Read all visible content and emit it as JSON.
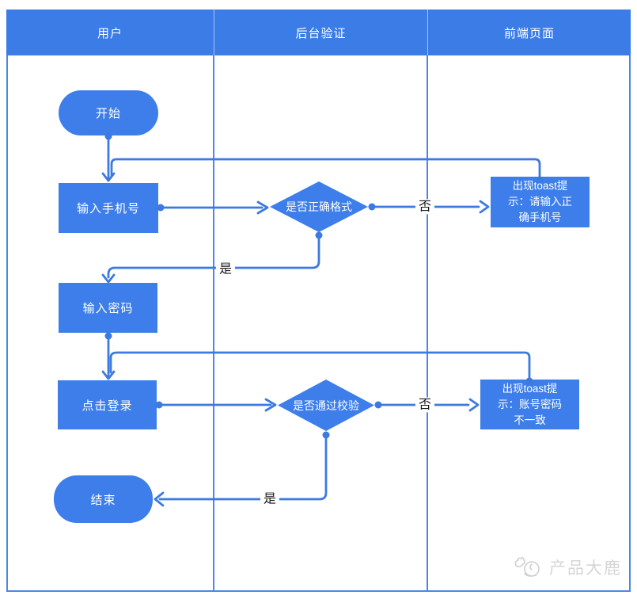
{
  "lanes": [
    {
      "label": "用户"
    },
    {
      "label": "后台验证"
    },
    {
      "label": "前端页面"
    }
  ],
  "nodes": {
    "start": {
      "type": "terminator",
      "label": "开始"
    },
    "input_phone": {
      "type": "process",
      "label": "输入手机号"
    },
    "check_format": {
      "type": "decision",
      "label": "是否正确格式"
    },
    "toast_phone": {
      "type": "process",
      "label": "出现toast提示：请输入正确手机号",
      "lines": [
        "出现toast提",
        "示：请输入正",
        "确手机号"
      ]
    },
    "input_password": {
      "type": "process",
      "label": "输入密码"
    },
    "click_login": {
      "type": "process",
      "label": "点击登录"
    },
    "check_pass": {
      "type": "decision",
      "label": "是否通过校验"
    },
    "toast_password": {
      "type": "process",
      "label": "出现toast提示：账号密码不一致",
      "lines": [
        "出现toast提",
        "示：账号密码",
        "不一致"
      ]
    },
    "end": {
      "type": "terminator",
      "label": "结束"
    }
  },
  "edge_labels": {
    "format_no": "否",
    "format_yes": "是",
    "pass_no": "否",
    "pass_yes": "是"
  },
  "edges": [
    {
      "from": "start",
      "to": "input_phone",
      "label": ""
    },
    {
      "from": "input_phone",
      "to": "check_format",
      "label": ""
    },
    {
      "from": "check_format",
      "to": "toast_phone",
      "label": "否"
    },
    {
      "from": "toast_phone",
      "to": "input_phone",
      "label": ""
    },
    {
      "from": "check_format",
      "to": "input_password",
      "label": "是"
    },
    {
      "from": "input_password",
      "to": "click_login",
      "label": ""
    },
    {
      "from": "click_login",
      "to": "check_pass",
      "label": ""
    },
    {
      "from": "check_pass",
      "to": "toast_password",
      "label": "否"
    },
    {
      "from": "toast_password",
      "to": "click_login",
      "label": ""
    },
    {
      "from": "check_pass",
      "to": "end",
      "label": "是"
    }
  ],
  "colors": {
    "shape_fill": "#3D7EEA",
    "header_fill": "#3B7CE6",
    "line": "#3C7ADF",
    "grid_border": "#4E86E8",
    "label_text": "#1a1a1a",
    "node_text": "#ffffff",
    "watermark": "#d6d6d6"
  },
  "watermark": {
    "text": "产品大鹿"
  }
}
